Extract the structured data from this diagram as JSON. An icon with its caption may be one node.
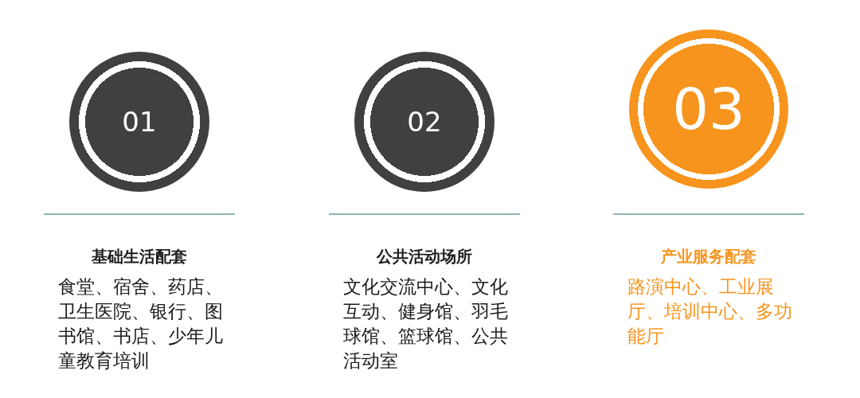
{
  "diagram": {
    "nodes": [
      {
        "text": [
          "01"
        ]
      },
      {
        "text": [
          "02"
        ]
      },
      {
        "text": [
          "03"
        ]
      }
    ],
    "labels": [
      "基础生活配套",
      "食堂、宿舍、药店、卫生医院、银行、图书馆、书店、少年儿童教育培训",
      "公共活动场所",
      "文化交流中心、文化互动、健身馆、羽毛球馆、篮球馆、公共活动室",
      "产业服务配套",
      "路演中心、工业展厅、培训中心、多功能厅"
    ]
  }
}
